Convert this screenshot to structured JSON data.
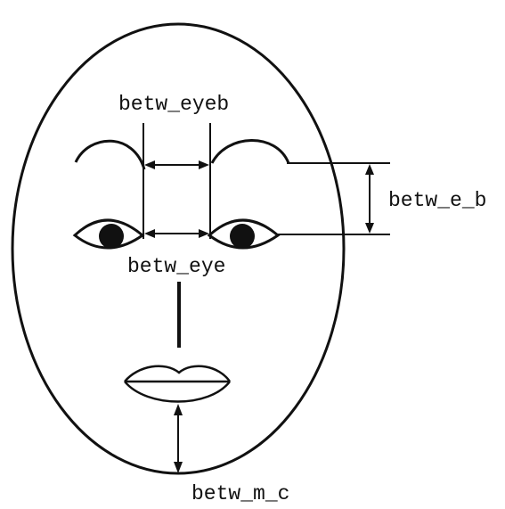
{
  "diagram": {
    "labels": {
      "between_eyebrows": "betw_eyeb",
      "eye_to_brow": "betw_e_b",
      "between_eyes": "betw_eye",
      "mouth_to_chin": "betw_m_c"
    },
    "colors": {
      "line": "#111111",
      "background": "#ffffff"
    }
  }
}
